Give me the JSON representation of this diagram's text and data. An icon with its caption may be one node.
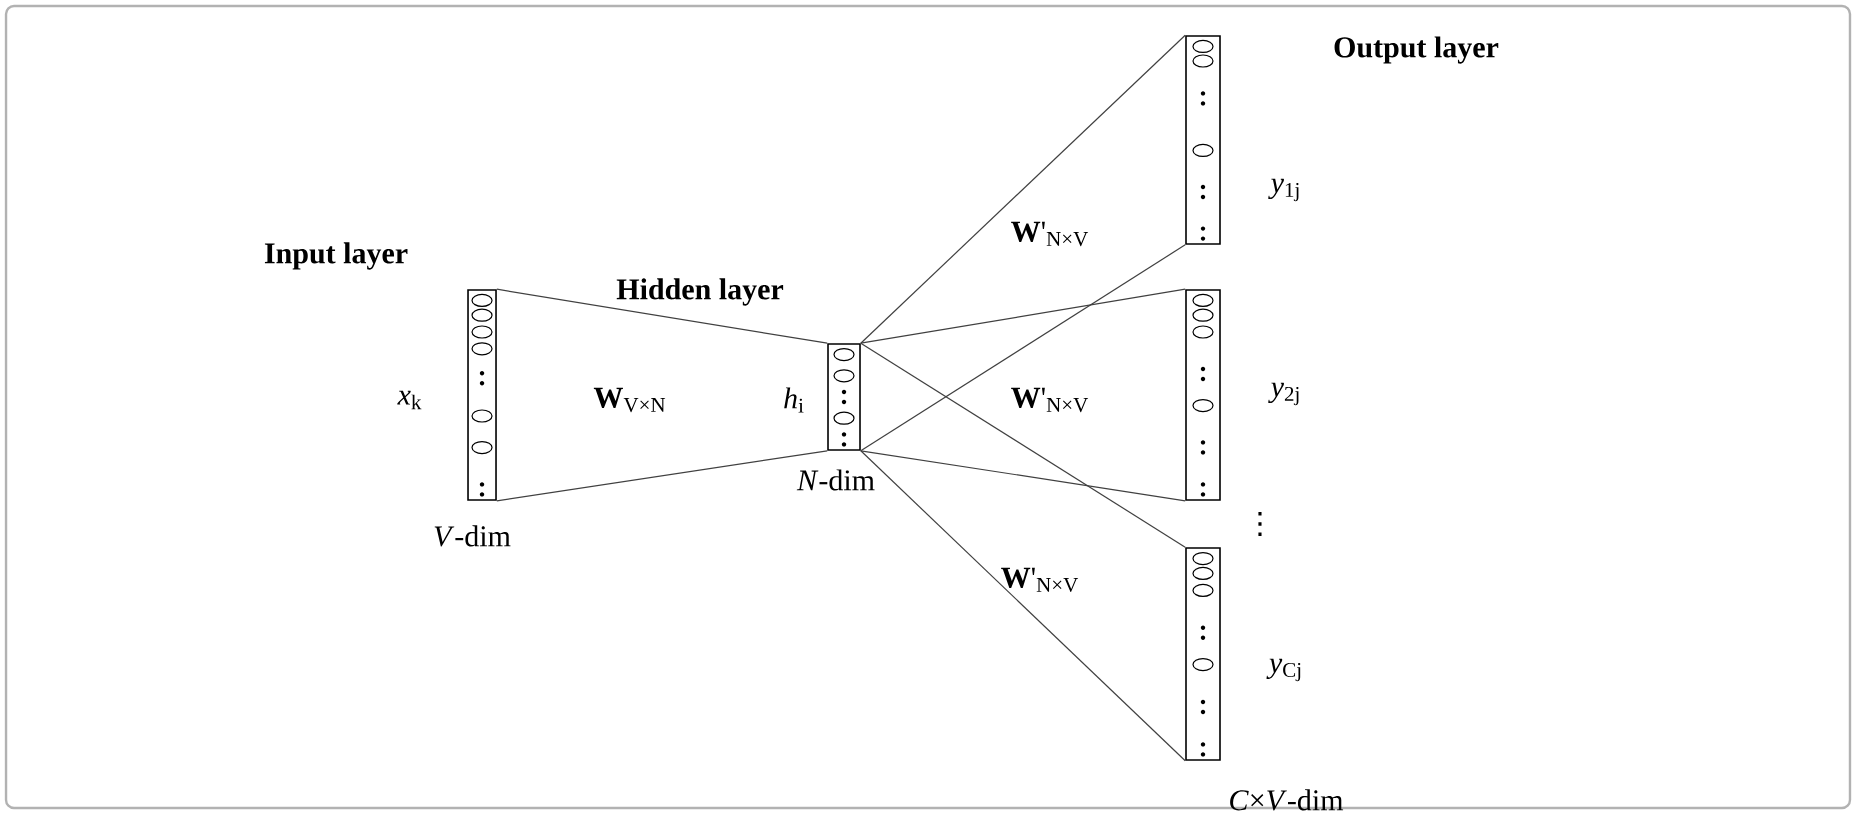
{
  "diagram": {
    "nodes": [
      {
        "text": [
          "Input layer"
        ],
        "beside": [
          "*x*$_{k}$",
          "*V*-dim"
        ]
      },
      {
        "text": [
          "Hidden layer"
        ],
        "beside": [
          "*h*$_{i}$",
          "*N*-dim"
        ]
      },
      {
        "text": [
          "Output layer"
        ],
        "beside": [
          "*y*$_{1j}$"
        ]
      },
      {
        "text": [],
        "shape": "bar",
        "beside": [
          "*y*$_{2j}$"
        ]
      },
      {
        "text": [],
        "shape": "bar",
        "beside": [
          "*y*$_{Cj}$",
          "*C*×*V*-dim"
        ]
      }
    ],
    "edges": [
      {
        "from": 0,
        "to": 1,
        "arrow": "none"
      },
      {
        "from": 0,
        "to": 1,
        "arrow": "none"
      },
      {
        "from": 1,
        "to": 2,
        "arrow": "none"
      },
      {
        "from": 1,
        "to": 2,
        "arrow": "none"
      },
      {
        "from": 1,
        "to": 3,
        "arrow": "none"
      },
      {
        "from": 1,
        "to": 3,
        "arrow": "none"
      },
      {
        "from": 1,
        "to": 4,
        "arrow": "none"
      },
      {
        "from": 1,
        "to": 4,
        "arrow": "none"
      }
    ],
    "labels": [
      "**W**$_{V×N}$",
      "**W**'$_{N×V}$",
      "**W**'$_{N×V}$",
      "**W**'$_{N×V}$",
      "⋮"
    ]
  }
}
